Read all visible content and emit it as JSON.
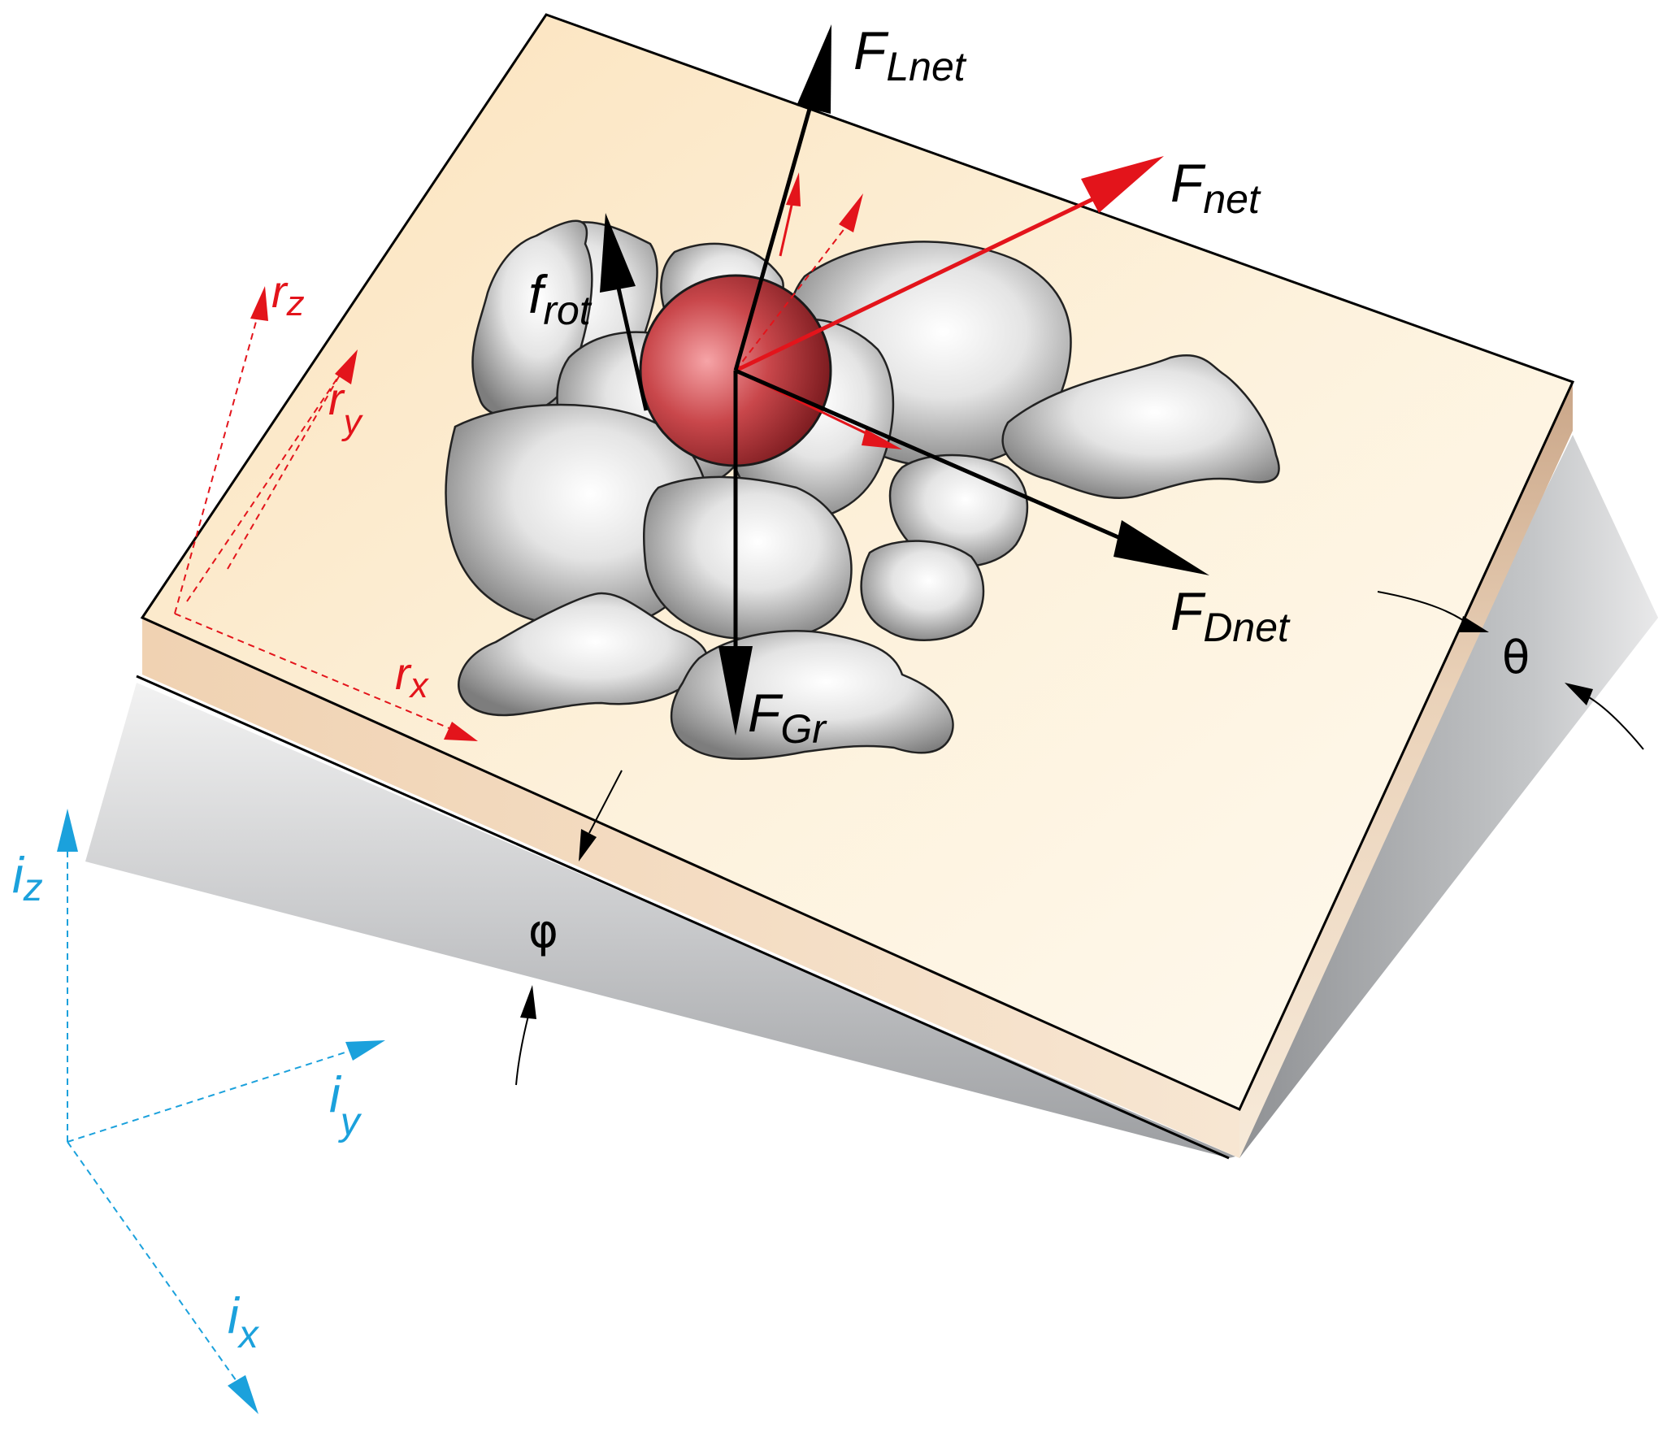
{
  "labels": {
    "F_Lnet": {
      "main": "F",
      "sub": "Lnet"
    },
    "F_net": {
      "main": "F",
      "sub": "net"
    },
    "F_Dnet": {
      "main": "F",
      "sub": "Dnet"
    },
    "F_Gr": {
      "main": "F",
      "sub": "Gr"
    },
    "f_rot": {
      "main": "f",
      "sub": "rot"
    },
    "r_z": {
      "main": "r",
      "sub": "z"
    },
    "r_y": {
      "main": "r",
      "sub": "y"
    },
    "r_x": {
      "main": "r",
      "sub": "x"
    },
    "i_z": {
      "main": "i",
      "sub": "z"
    },
    "i_y": {
      "main": "i",
      "sub": "y"
    },
    "i_x": {
      "main": "i",
      "sub": "x"
    },
    "theta": "θ",
    "phi": "φ"
  },
  "colors": {
    "force_black": "#000000",
    "force_red": "#e3141b",
    "local_axis_red": "#e3141b",
    "global_axis_blue": "#1ba1dc",
    "plate_top": "#fdf0d8",
    "plate_edge": "#e9c9a6",
    "wedge_shadow": "#a9abae",
    "target_grain": "#c8484b",
    "bed_grains": "#9b9b9b"
  }
}
